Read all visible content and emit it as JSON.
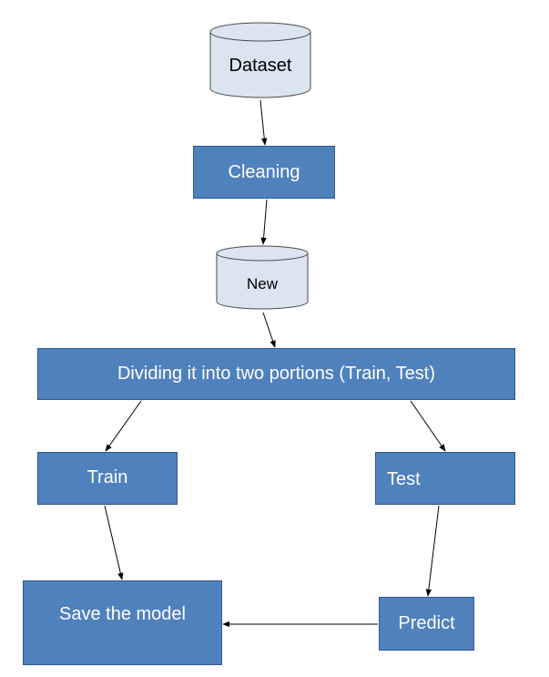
{
  "diagram": {
    "nodes": {
      "dataset": "Dataset",
      "cleaning": "Cleaning",
      "new": "New",
      "dividing": "Dividing it into two portions (Train, Test)",
      "train": "Train",
      "test": "Test",
      "save_model": "Save the model",
      "predict": "Predict"
    },
    "colors": {
      "box_fill": "#4f81bd",
      "box_border": "#2f5a8a",
      "box_text": "#ffffff",
      "cylinder_fill": "#dbe5f1",
      "cylinder_stroke": "#4a4a4a",
      "arrow": "#000000"
    }
  }
}
